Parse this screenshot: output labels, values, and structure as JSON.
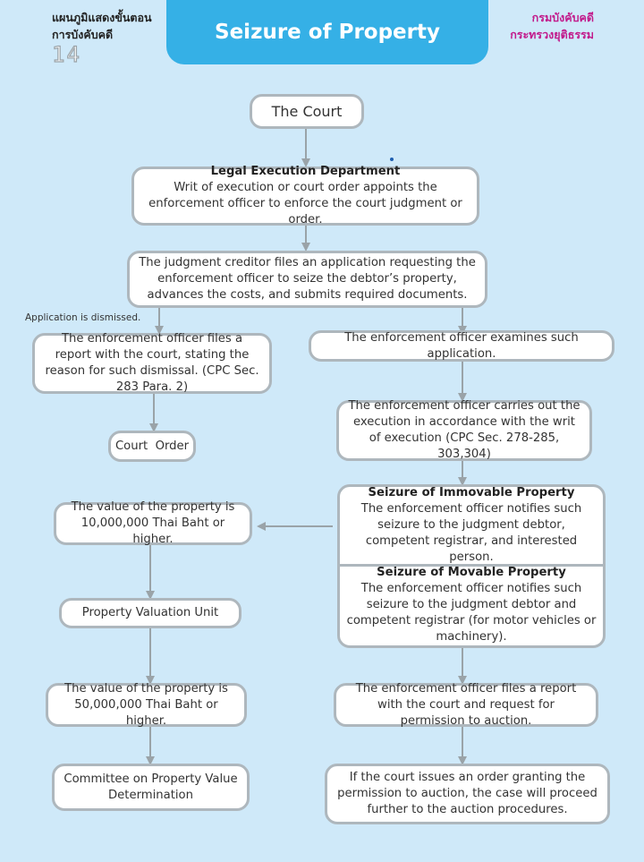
{
  "header": {
    "left_line1": "แผนภูมิแสดงขั้นตอน",
    "left_line2": "การบังคับคดี",
    "number": "14",
    "title": "Seizure of Property",
    "right_line1": "กรมบังคับคดี",
    "right_line2": "กระทรวงยุติธรรม"
  },
  "nodes": {
    "court": "The Court",
    "led_title": "Legal Execution Department",
    "led_body": "Writ of execution or court order appoints the enforcement officer to enforce the court judgment or order.",
    "creditor": "The judgment creditor files an application requesting the enforcement officer to seize the debtor’s property, advances the costs, and submits required documents.",
    "dismissed_label": "Application is dismissed.",
    "report_dismissal": "The enforcement officer files a report with the court, stating the reason for such dismissal. (CPC Sec. 283 Para. 2)",
    "examines": "The enforcement officer examines such application.",
    "court_order": "Court  Order",
    "carries_out": "The enforcement officer carries out the execution in accordance with the writ of execution (CPC Sec. 278-285, 303,304)",
    "immovable_title": "Seizure of Immovable Property",
    "immovable_body": "The enforcement officer notifies such seizure to the judgment debtor, competent registrar, and interested person.",
    "movable_title": "Seizure of Movable Property",
    "movable_body": "The enforcement officer notifies such seizure to the judgment debtor and competent registrar (for motor vehicles or machinery).",
    "value_10m": "The value of the property is 10,000,000 Thai Baht or higher.",
    "valuation_unit": "Property Valuation Unit",
    "value_50m": "The value of the property is 50,000,000 Thai Baht or higher.",
    "committee": "Committee on Property Value Determination",
    "report_auction": "The enforcement officer files a report with the court and request for permission to auction.",
    "auction": "If the court issues an order granting the permission to auction, the case will proceed further to the auction procedures."
  },
  "colors": {
    "background": "#cfe9f9",
    "title_tab": "#35b0e6",
    "agency_text": "#c21a8b",
    "box_border": "#aeb7bd",
    "arrow": "#9aa3a8"
  }
}
